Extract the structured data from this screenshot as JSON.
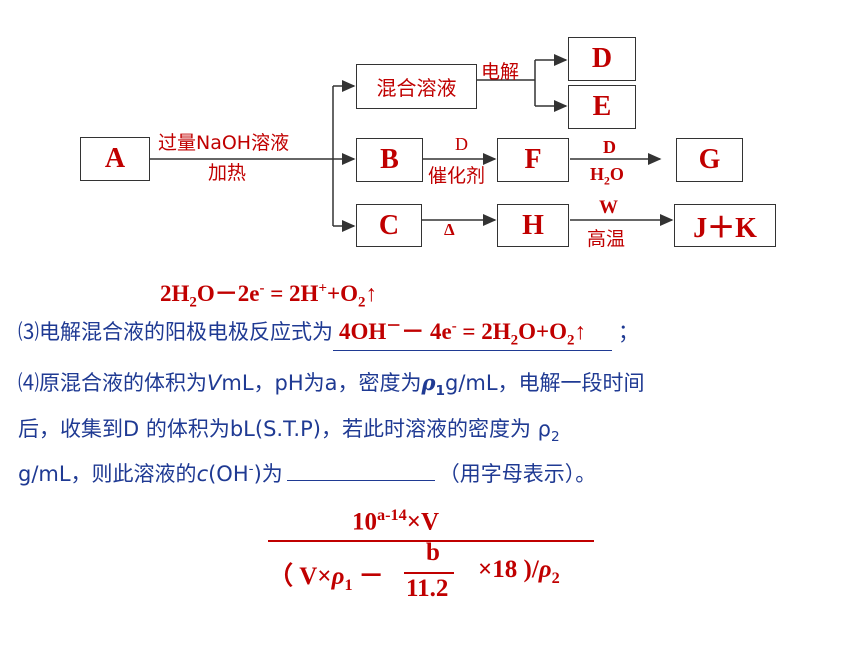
{
  "diagram": {
    "boxes": {
      "A": "A",
      "B": "B",
      "C": "C",
      "mix": "混合溶液",
      "D": "D",
      "E": "E",
      "F": "F",
      "G": "G",
      "H": "H",
      "JK": "J＋K"
    },
    "labels": {
      "a_to_b_top": "过量NaOH溶液",
      "a_to_b_bottom": "加热",
      "electrolysis": "电解",
      "b_f_top": "D",
      "b_f_bottom": "催化剂",
      "f_g_top": "D",
      "f_g_bottom_h": "H",
      "f_g_bottom_sub": "2",
      "f_g_bottom_o": "O",
      "c_h_bottom": "Δ",
      "h_jk_top": "W",
      "h_jk_bottom": "高温"
    }
  },
  "answer3_top": {
    "p1": "2H",
    "s1": "2",
    "p2": "O－2e",
    "sup1": "-",
    "p3": " = 2H",
    "sup2": "+",
    "p4": "+O",
    "s2": "2",
    "p5": "↑"
  },
  "q3": {
    "text": "⑶电解混合液的阳极电极反应式为",
    "ans_p1": "4OH",
    "ans_sup1": "－",
    "ans_p2": "－ 4e",
    "ans_sup2": "-",
    "ans_p3": " = 2H",
    "ans_s1": "2",
    "ans_p4": "O+O",
    "ans_s2": "2",
    "ans_p5": "↑",
    "end": "；"
  },
  "q4": {
    "line1_a": "⑷原混合液的体积为",
    "line1_v": "V",
    "line1_b": "mL，pH为a，密度为",
    "line1_rho": "ρ",
    "line1_rho_sub": "1",
    "line1_c": "g/mL，电解一段时间",
    "line2_a": "后，收集到D 的体积为bL(S.T.P)，若此时溶液的密度为 ρ",
    "line2_sub": "2",
    "line3_a": "g/mL，则此溶液的",
    "line3_c": "c",
    "line3_b": "(OH",
    "line3_sup": "-",
    "line3_d": ")为",
    "line3_e": "（用字母表示）。"
  },
  "fraction": {
    "num_base": "10",
    "num_exp": "a-14",
    "num_rest": "×V",
    "den_open": "（ V×",
    "den_rho": "ρ",
    "den_rho_sub": "1",
    "den_minus": "－",
    "inner_num": "b",
    "inner_den": "11.2",
    "den_tail": "×18 )/",
    "den_rho2": "ρ",
    "den_rho2_sub": "2"
  }
}
